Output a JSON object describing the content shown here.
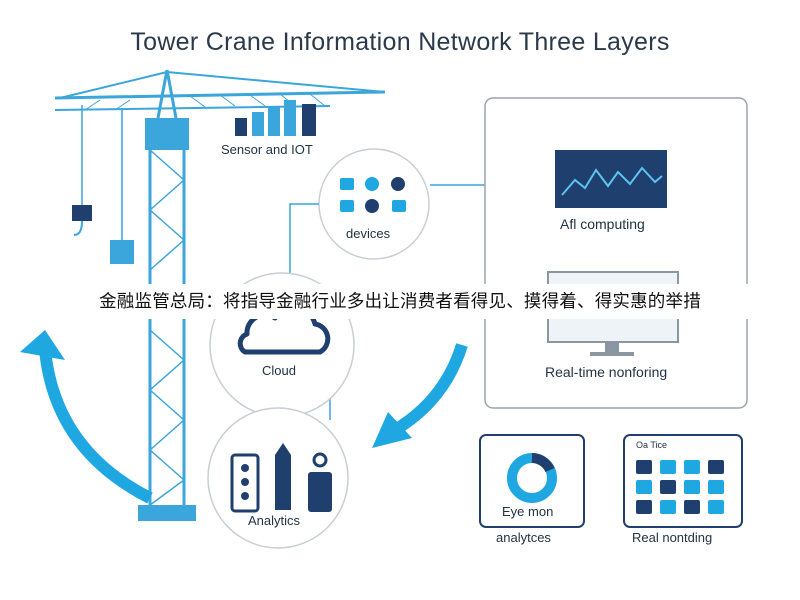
{
  "title": "Tower Crane Information Network Three Layers",
  "labels": {
    "sensor": "Sensor and IOT",
    "devices": "devices",
    "cloud": "Cloud",
    "analytics": "Analytics",
    "ai": "Afl computing",
    "realtime": "Real-time nonforing",
    "eye_mon": "Eye mon",
    "analytces": "analytces",
    "phone_header": "Oa Tice",
    "real_nontding": "Real nontding"
  },
  "overlay_text": "金融监管总局：将指导金融行业多出让消费者看得见、摸得着、得实惠的举措",
  "colors": {
    "accent": "#1ea7e1",
    "crane": "#3aa6dc",
    "navy": "#1f3f6e",
    "panel_border": "#9aa4ad"
  }
}
